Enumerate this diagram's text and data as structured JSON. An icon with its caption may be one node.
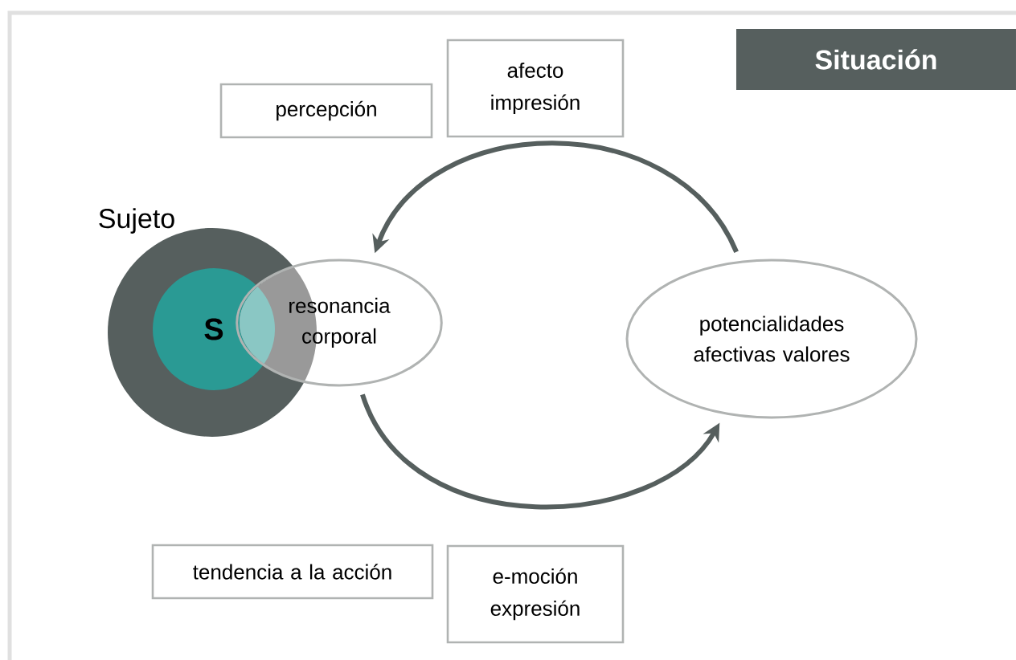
{
  "diagram": {
    "nodes": [
      {
        "text": [
          "Situación"
        ]
      },
      {
        "text": [
          "Sujeto"
        ]
      },
      {
        "text": [
          "S"
        ],
        "in": 1
      },
      {
        "text": [
          "resonancia corporal"
        ]
      },
      {
        "text": [
          "potencialidades afectivas valores"
        ]
      },
      {
        "text": [
          "percepción"
        ]
      },
      {
        "text": [
          "afecto impresión"
        ]
      },
      {
        "text": [
          "tendencia a la acción"
        ]
      },
      {
        "text": [
          "e-moción expresión"
        ]
      }
    ],
    "edges": [
      {
        "from": 4,
        "to": 3,
        "arrow": "to"
      },
      {
        "from": 3,
        "to": 4,
        "arrow": "to"
      }
    ]
  }
}
